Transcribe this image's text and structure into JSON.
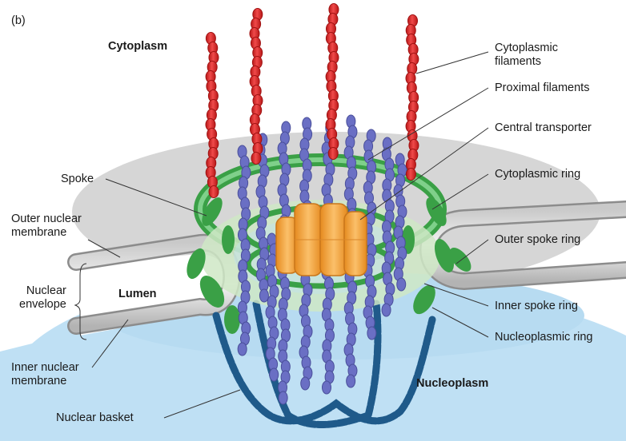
{
  "panel_label": "(b)",
  "regions": {
    "cytoplasm": "Cytoplasm",
    "lumen": "Lumen",
    "nucleoplasm": "Nucleoplasm"
  },
  "left_labels": {
    "spoke": "Spoke",
    "outer_nuclear_membrane": [
      "Outer nuclear",
      "membrane"
    ],
    "nuclear_envelope": [
      "Nuclear",
      "envelope"
    ],
    "inner_nuclear_membrane": [
      "Inner nuclear",
      "membrane"
    ],
    "nuclear_basket": "Nuclear basket"
  },
  "right_labels": {
    "cytoplasmic_filaments": [
      "Cytoplasmic",
      "filaments"
    ],
    "proximal_filaments": "Proximal filaments",
    "central_transporter": "Central transporter",
    "cytoplasmic_ring": "Cytoplasmic ring",
    "outer_spoke_ring": "Outer spoke ring",
    "inner_spoke_ring": "Inner spoke ring",
    "nucleoplasmic_ring": "Nucleoplasmic ring"
  },
  "colors": {
    "cytoplasm_bg": "#d9d9d9",
    "nucleoplasm_bg": "#bfe0f4",
    "cytoplasmic_filament": "#e02a2a",
    "proximal_filament": "#6a6fc4",
    "nuclear_basket": "#1f5a8a",
    "ring_green": "#3aa046",
    "spoke_light_green": "#cfe8c6",
    "transporter_orange": "#f5a43a",
    "membrane_gray": "#a8a8a8"
  }
}
